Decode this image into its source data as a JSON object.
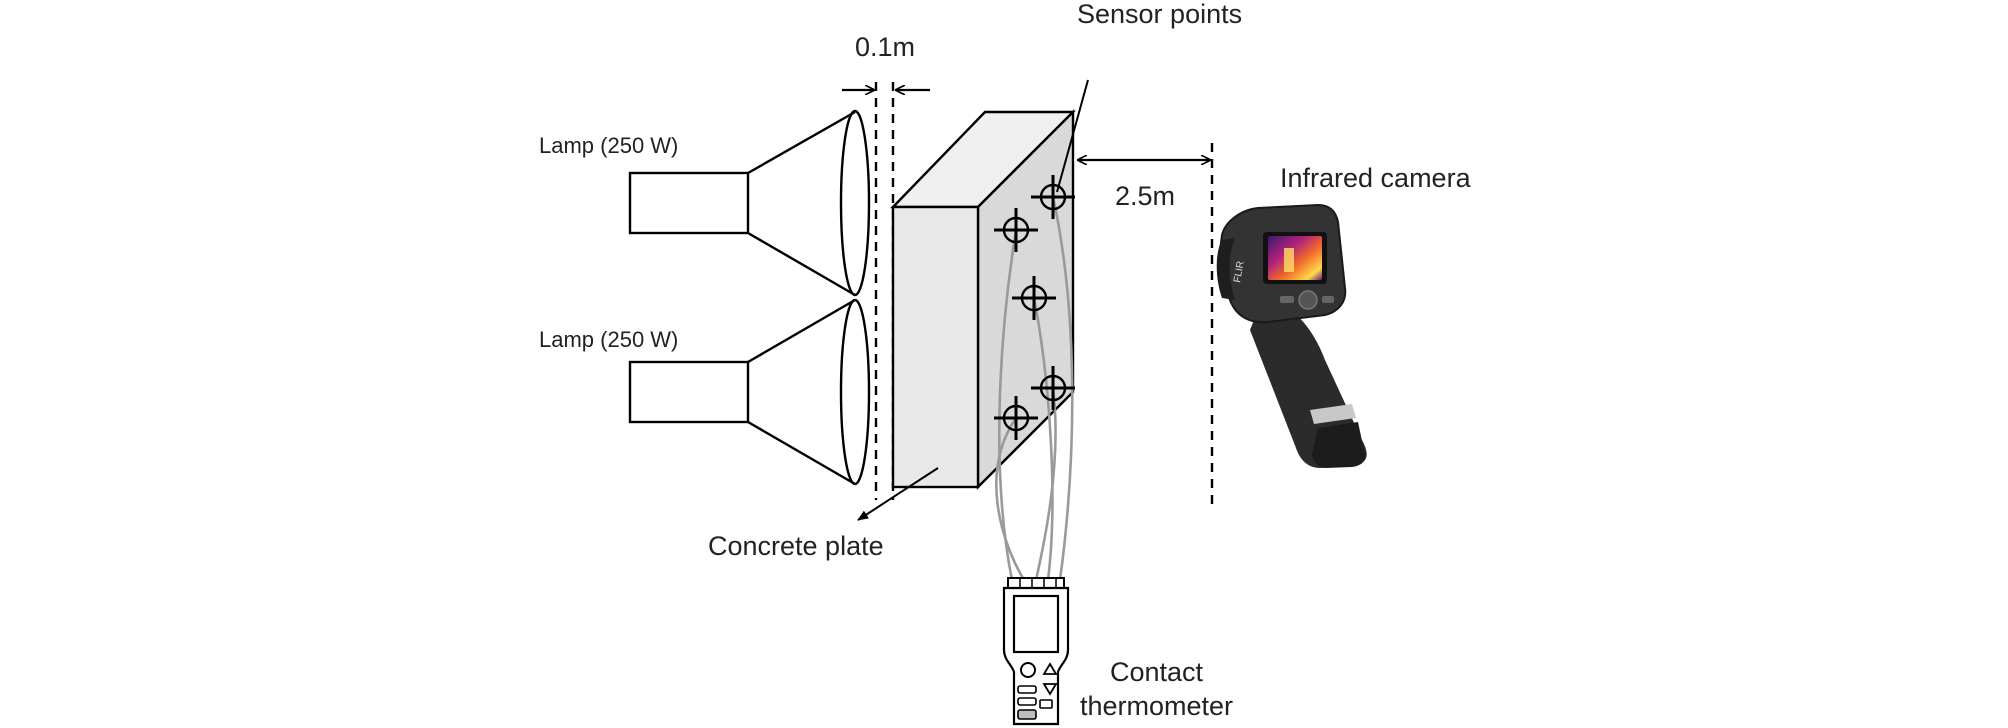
{
  "labels": {
    "lamp_top": "Lamp (250 W)",
    "lamp_bottom": "Lamp (250 W)",
    "gap_distance": "0.1m",
    "sensor_points": "Sensor points",
    "camera_distance": "2.5m",
    "infrared_camera": "Infrared camera",
    "concrete_plate": "Concrete plate",
    "contact_thermometer_line1": "Contact",
    "contact_thermometer_line2": "thermometer"
  },
  "colors": {
    "line": "#000000",
    "plate_front": "#e8e8e8",
    "plate_side": "#dadada",
    "wire": "#9a9a9a",
    "camera_body": "#2b2b2b",
    "camera_ring": "#c8c8c8"
  },
  "icons": {
    "sensor_marker": "crosshair-circle-icon",
    "camera": "infrared-camera-icon",
    "thermometer": "contact-thermometer-icon",
    "lamp": "lamp-icon"
  }
}
